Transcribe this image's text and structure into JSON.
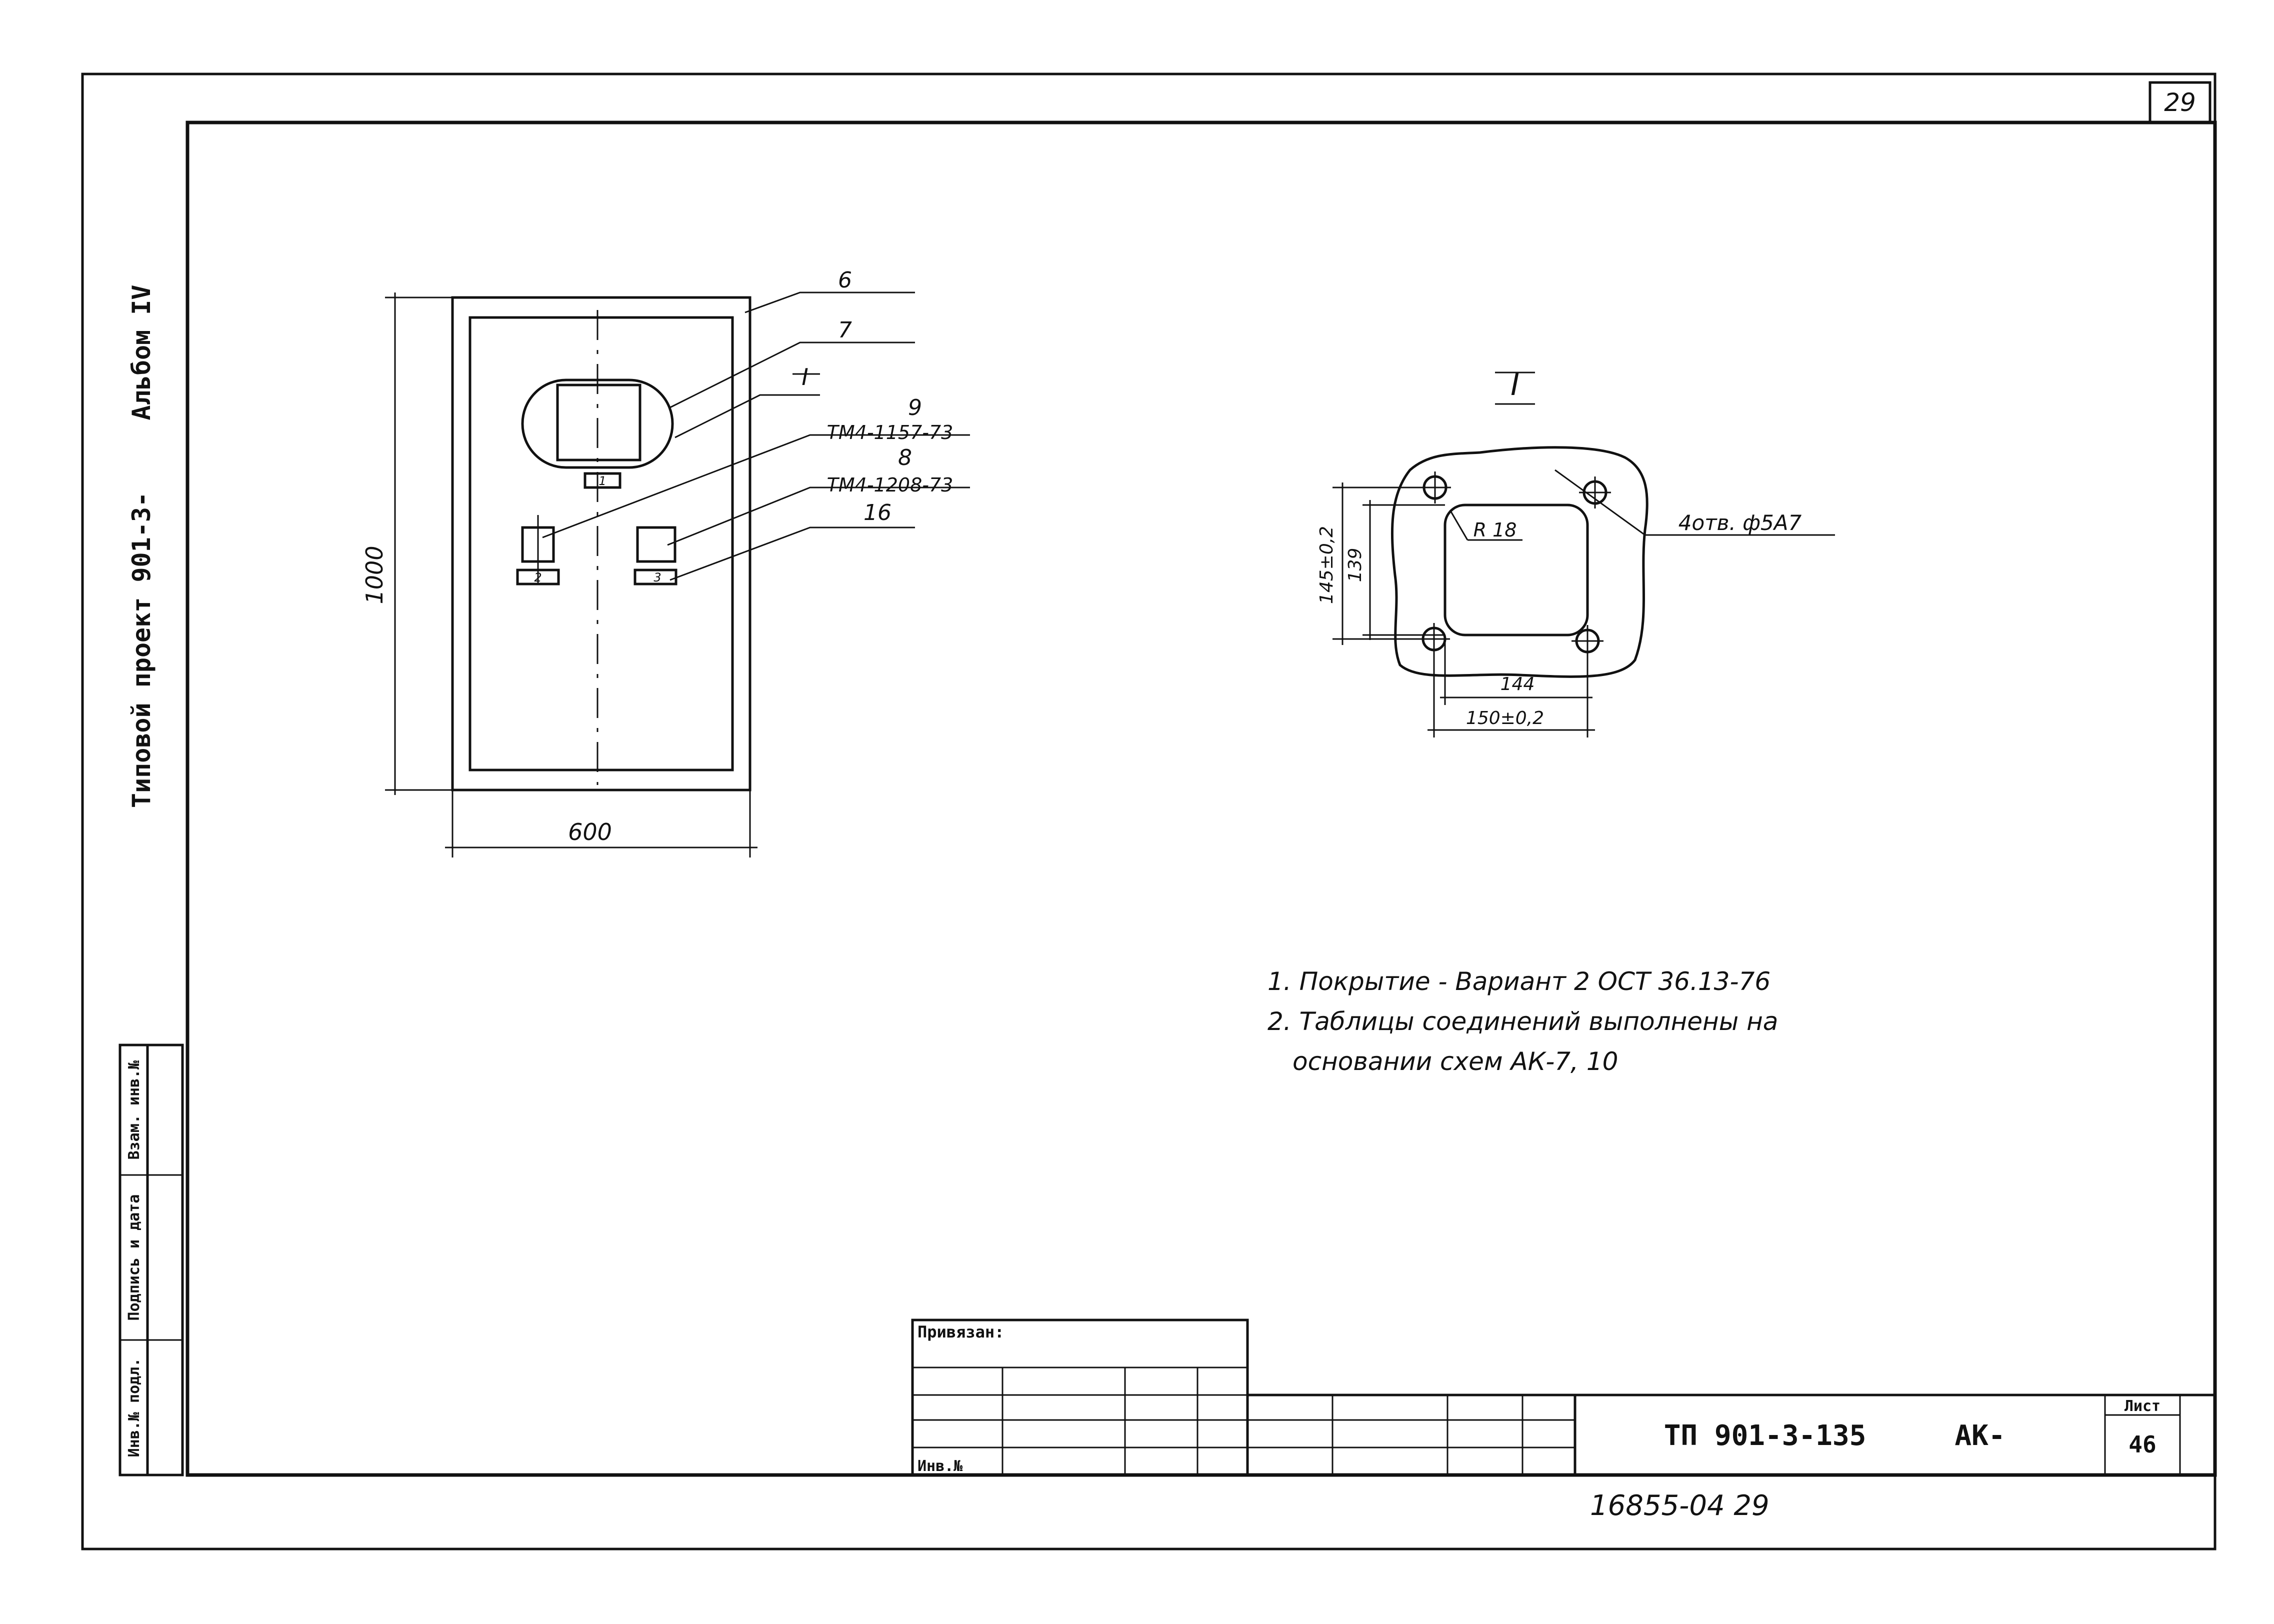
{
  "sheet": {
    "corner_number": "29",
    "side_title": "Типовой проект 901-3-",
    "side_album": "Альбом IV",
    "side_stamp": [
      "Инв.№ подл.",
      "Подпись и дата",
      "Взам. инв.№"
    ],
    "archive_number": "16855-04 29"
  },
  "front_view": {
    "dim_height": "1000",
    "dim_width": "600",
    "panel_label_1": "1",
    "panel_label_2": "2",
    "panel_label_3": "3",
    "leaders": [
      {
        "pos": "6"
      },
      {
        "pos": "7"
      },
      {
        "pos": "I"
      },
      {
        "pos": "9",
        "doc": "ТМ4-1157-73"
      },
      {
        "pos": "8",
        "doc": "ТМ4-1208-73"
      },
      {
        "pos": "16"
      }
    ]
  },
  "detail_I": {
    "title": "I",
    "radius": "R 18",
    "holes": "4отв. ф5А7",
    "dim_outer_v": "145±0,2",
    "dim_inner_v": "139",
    "dim_inner_h": "144",
    "dim_outer_h": "150±0,2"
  },
  "notes": [
    "1. Покрытие - Вариант 2 ОСТ 36.13-76",
    "2. Таблицы соединений выполнены на",
    "основании схем АК-7, 10"
  ],
  "title_block": {
    "privyazan": "Привязан:",
    "inv_no": "Инв.№",
    "designation": "ТП 901-3-135",
    "mark": "АК-",
    "sheet_label": "Лист",
    "sheet_number": "46"
  }
}
